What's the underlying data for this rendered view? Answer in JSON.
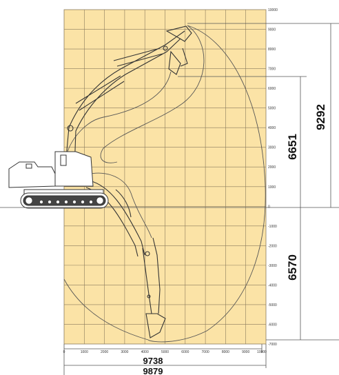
{
  "diagram": {
    "dimensions": {
      "max_reach_ground": "9879",
      "max_digging_reach": "9738",
      "max_cutting_height": "9292",
      "max_dump_height": "6651",
      "max_digging_depth": "6570"
    },
    "y_ticks": [
      "10000",
      "9000",
      "8000",
      "7000",
      "6000",
      "5000",
      "4000",
      "3000",
      "2000",
      "1000",
      "0",
      "-1000",
      "-2000",
      "-3000",
      "-4000",
      "-5000",
      "-6000",
      "-7000"
    ],
    "x_ticks": [
      "0",
      "1000",
      "2000",
      "3000",
      "4000",
      "5000",
      "6000",
      "7000",
      "8000",
      "9000",
      "10000"
    ],
    "colors": {
      "grid_fill": "#fbe3a6",
      "grid_line": "#8a7a5c",
      "outline": "#333333"
    }
  }
}
